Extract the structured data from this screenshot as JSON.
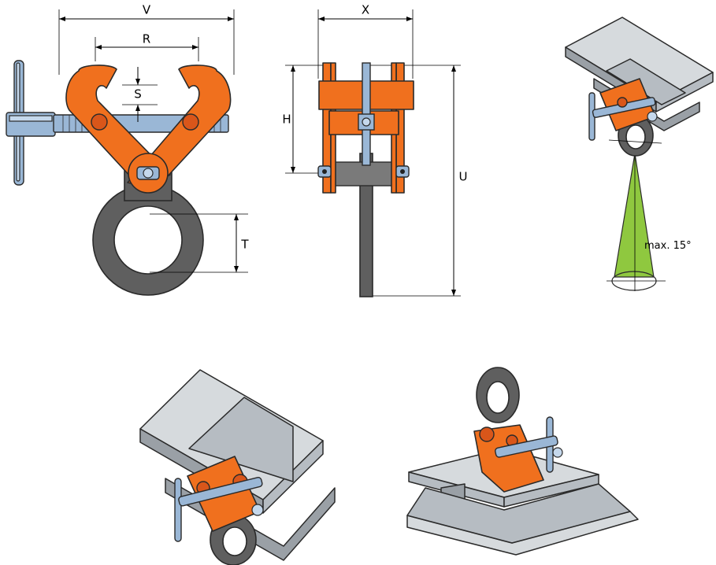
{
  "dimensions": {
    "V": "V",
    "R": "R",
    "S": "S",
    "T": "T",
    "X": "X",
    "H": "H",
    "U": "U"
  },
  "angle_note": "max. 15°"
}
